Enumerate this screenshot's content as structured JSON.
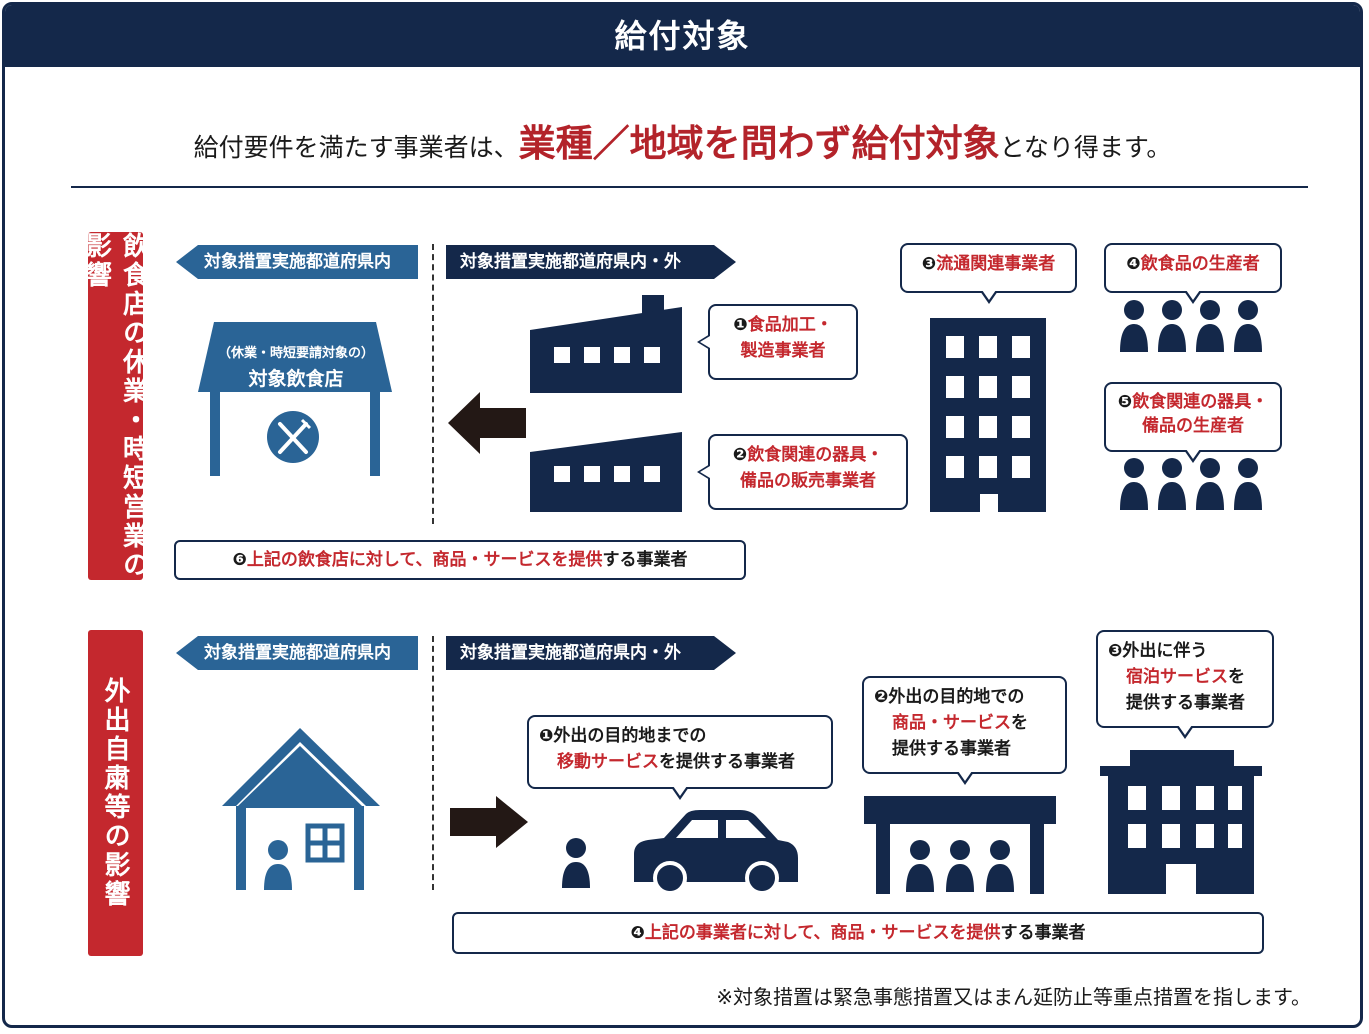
{
  "header": {
    "title": "給付対象"
  },
  "lead": {
    "pre": "給付要件を満たす事業者は、",
    "highlight": "業種／地域を問わず給付対象",
    "post": "となり得ます。"
  },
  "section1": {
    "label": "飲食店の休業・時短営業の影響",
    "tag_in": "対象措置実施都道府県内",
    "tag_out": "対象措置実施都道府県内・外",
    "restaurant_sub": "（休業・時短要請対象の）",
    "restaurant_title": "対象飲食店",
    "c1_num": "❶",
    "c1_red": "食品加工・",
    "c1_red2": "製造事業者",
    "c2_num": "❷",
    "c2_red": "飲食関連の器具・",
    "c2_red2": "備品の販売事業者",
    "c3_num": "❸",
    "c3_red": "流通関連事業者",
    "c4_num": "❹",
    "c4_red": "飲食品の生産者",
    "c5_num": "❺",
    "c5_red": "飲食関連の器具・",
    "c5_red2": "備品の生産者",
    "c6_num": "❻",
    "c6_red": "上記の飲食店に対して、商品・サービスを提供",
    "c6_post": "する事業者"
  },
  "section2": {
    "label": "外出自粛等の影響",
    "tag_in": "対象措置実施都道府県内",
    "tag_out": "対象措置実施都道府県内・外",
    "c1_num": "❶",
    "c1_l1": "外出の目的地までの",
    "c1_red": "移動サービス",
    "c1_post": "を提供する事業者",
    "c2_num": "❷",
    "c2_l1": "外出の目的地での",
    "c2_red": "商品・サービス",
    "c2_post": "を",
    "c2_l3": "提供する事業者",
    "c3_num": "❸",
    "c3_l1": "外出に伴う",
    "c3_red": "宿泊サービス",
    "c3_post": "を",
    "c3_l3": "提供する事業者",
    "c4_num": "❹",
    "c4_red": "上記の事業者に対して、商品・サービスを提供",
    "c4_post": "する事業者"
  },
  "footnote": "※対象措置は緊急事態措置又はまん延防止等重点措置を指します。",
  "colors": {
    "navy": "#14284a",
    "blue": "#2a6496",
    "red": "#c4282e"
  },
  "icons": [
    "restaurant-gate-icon",
    "fork-knife-icon",
    "factory-icon",
    "building-icon",
    "people-icon",
    "house-icon",
    "person-icon",
    "car-icon",
    "shop-icon",
    "hotel-icon",
    "arrow-left-icon",
    "arrow-right-icon"
  ]
}
